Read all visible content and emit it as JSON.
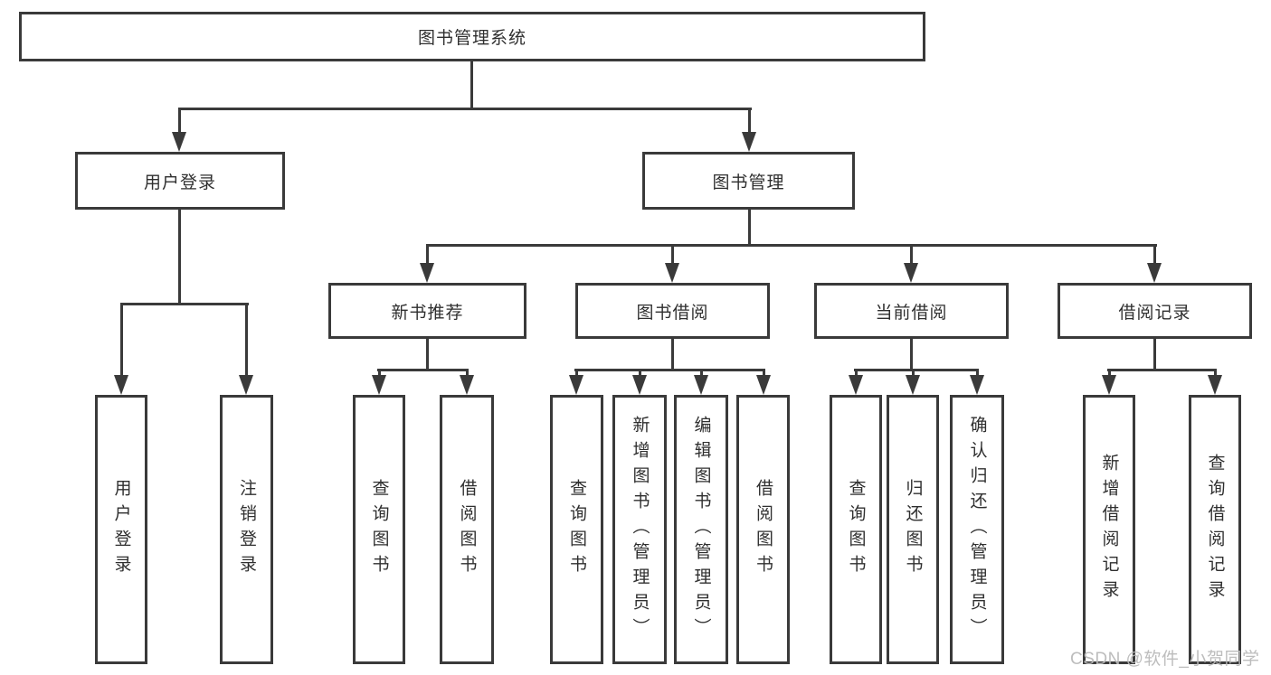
{
  "tree": {
    "label": "图书管理系统",
    "children": [
      {
        "label": "用户登录",
        "children": [
          {
            "label": "用户登录"
          },
          {
            "label": "注销登录"
          }
        ]
      },
      {
        "label": "图书管理",
        "children": [
          {
            "label": "新书推荐",
            "children": [
              {
                "label": "查询图书"
              },
              {
                "label": "借阅图书"
              }
            ]
          },
          {
            "label": "图书借阅",
            "children": [
              {
                "label": "查询图书"
              },
              {
                "label": "新增图书（管理员）"
              },
              {
                "label": "编辑图书（管理员）"
              },
              {
                "label": "借阅图书"
              }
            ]
          },
          {
            "label": "当前借阅",
            "children": [
              {
                "label": "查询图书"
              },
              {
                "label": "归还图书"
              },
              {
                "label": "确认归还（管理员）"
              }
            ]
          },
          {
            "label": "借阅记录",
            "children": [
              {
                "label": "新增借阅记录"
              },
              {
                "label": "查询借阅记录"
              }
            ]
          }
        ]
      }
    ]
  },
  "watermark": "CSDN @软件_小贺同学",
  "colors": {
    "line": "#3a3a3a",
    "text": "#2f2f2f",
    "background": "#ffffff",
    "watermark": "#b9b9b9"
  }
}
